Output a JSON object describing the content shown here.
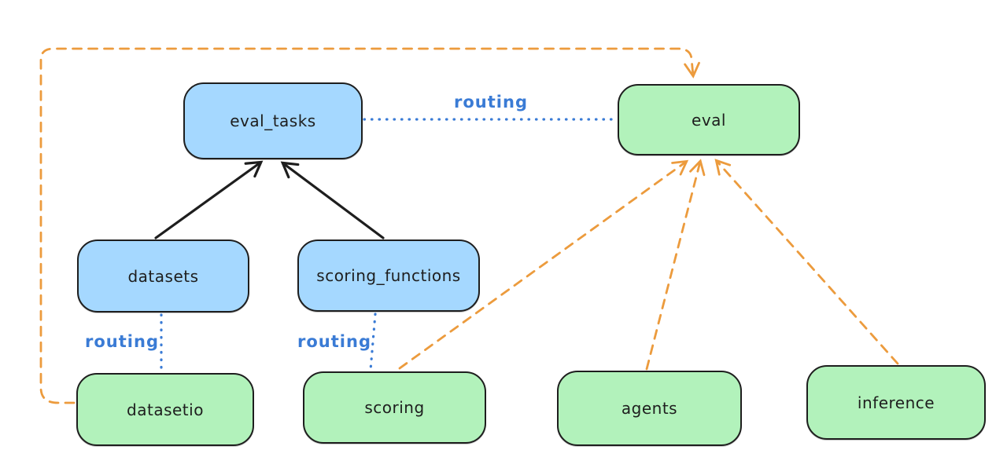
{
  "diagram": {
    "background": "#ffffff",
    "colors": {
      "blue_node_fill": "#a5d8ff",
      "green_node_fill": "#b2f2bb",
      "node_stroke": "#1e1e1e",
      "routing_blue": "#3a7bd5",
      "arrow_orange": "#ec9b3d",
      "arrow_black": "#1e1e1e"
    },
    "nodes": [
      {
        "id": "eval_tasks",
        "label": "eval_tasks",
        "color": "blue"
      },
      {
        "id": "eval",
        "label": "eval",
        "color": "green"
      },
      {
        "id": "datasets",
        "label": "datasets",
        "color": "blue"
      },
      {
        "id": "scoring_functions",
        "label": "scoring_functions",
        "color": "blue"
      },
      {
        "id": "datasetio",
        "label": "datasetio",
        "color": "green"
      },
      {
        "id": "scoring",
        "label": "scoring",
        "color": "green"
      },
      {
        "id": "agents",
        "label": "agents",
        "color": "green"
      },
      {
        "id": "inference",
        "label": "inference",
        "color": "green"
      }
    ],
    "edge_labels": [
      {
        "id": "routing-top",
        "text": "routing"
      },
      {
        "id": "routing-datasets",
        "text": "routing"
      },
      {
        "id": "routing-scoring",
        "text": "routing"
      }
    ],
    "edges": [
      {
        "from": "datasets",
        "to": "eval_tasks",
        "style": "solid",
        "color": "black",
        "arrow": true,
        "label": ""
      },
      {
        "from": "scoring_functions",
        "to": "eval_tasks",
        "style": "solid",
        "color": "black",
        "arrow": true,
        "label": ""
      },
      {
        "from": "eval_tasks",
        "to": "eval",
        "style": "dotted",
        "color": "blue",
        "arrow": false,
        "label": "routing"
      },
      {
        "from": "datasets",
        "to": "datasetio",
        "style": "dotted",
        "color": "blue",
        "arrow": false,
        "label": "routing"
      },
      {
        "from": "scoring_functions",
        "to": "scoring",
        "style": "dotted",
        "color": "blue",
        "arrow": false,
        "label": "routing"
      },
      {
        "from": "datasetio",
        "to": "eval",
        "style": "dashed",
        "color": "orange",
        "arrow": true,
        "label": "",
        "route": "around-left-and-top"
      },
      {
        "from": "scoring",
        "to": "eval",
        "style": "dashed",
        "color": "orange",
        "arrow": true,
        "label": ""
      },
      {
        "from": "agents",
        "to": "eval",
        "style": "dashed",
        "color": "orange",
        "arrow": true,
        "label": ""
      },
      {
        "from": "inference",
        "to": "eval",
        "style": "dashed",
        "color": "orange",
        "arrow": true,
        "label": ""
      }
    ]
  }
}
